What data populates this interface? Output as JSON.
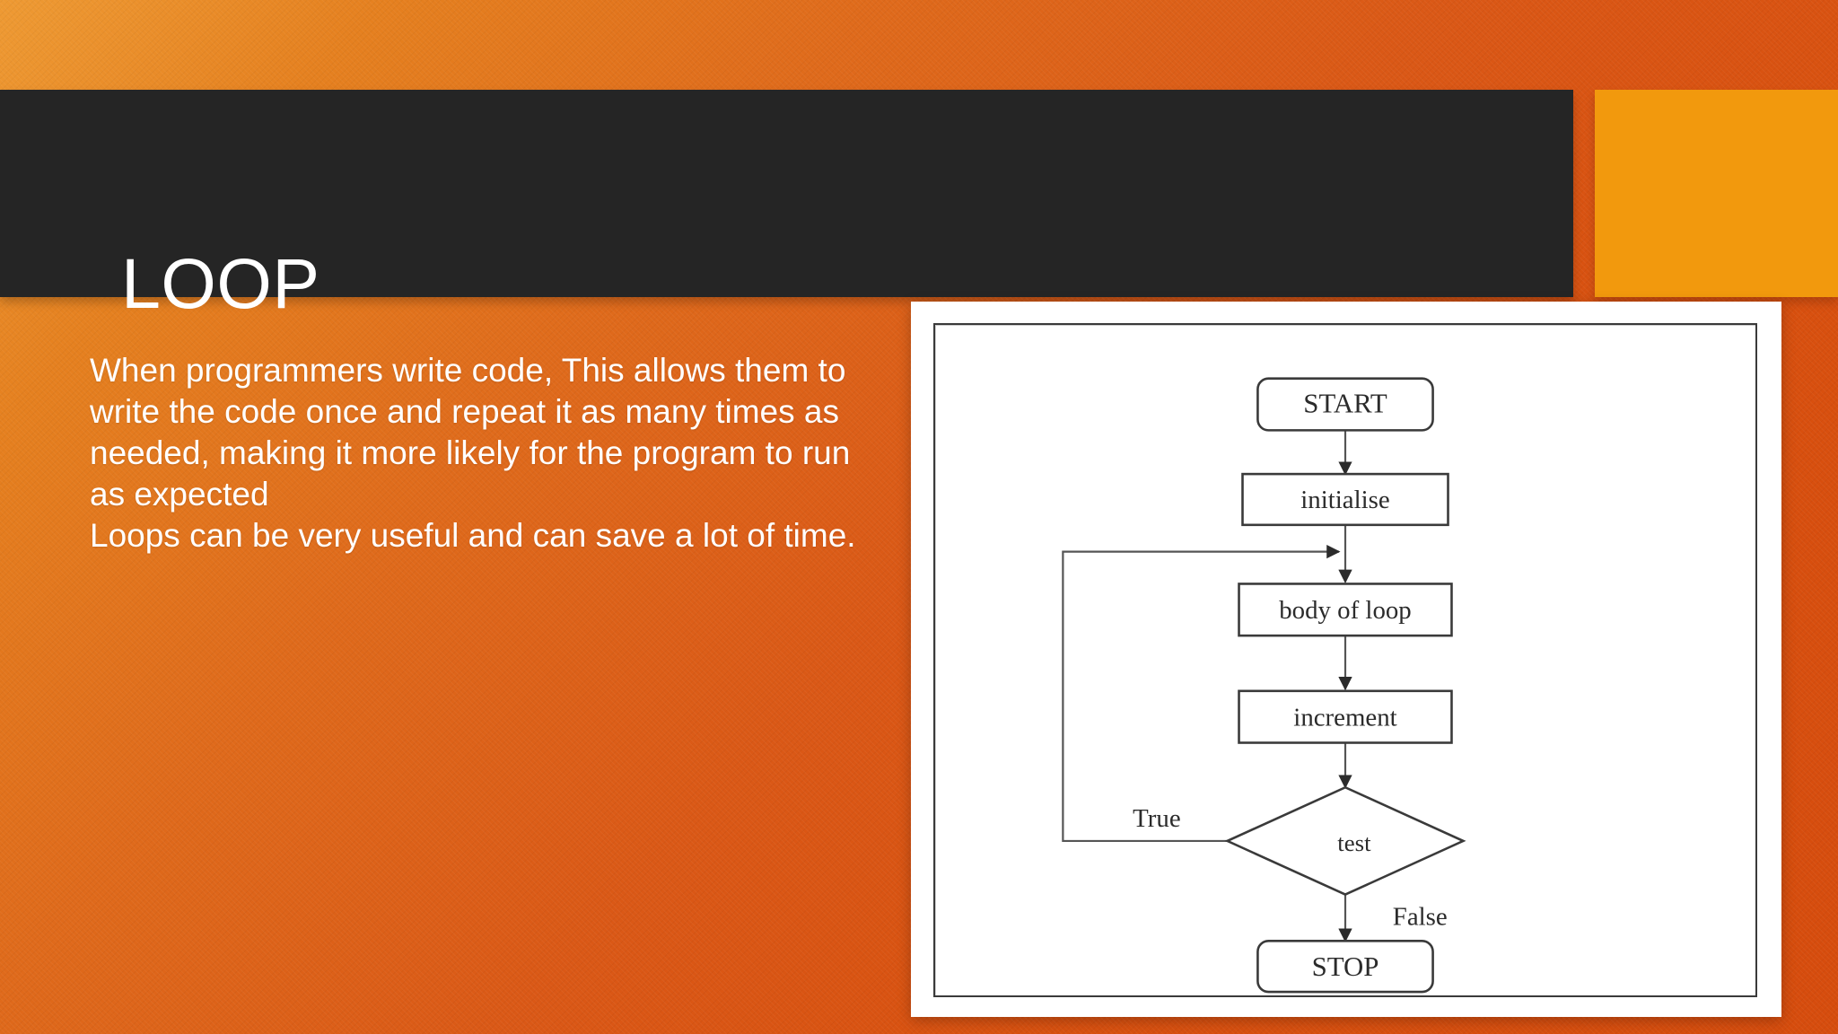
{
  "slide": {
    "title": "LOOP",
    "body_text": "When programmers write code, This allows them to write the code once and repeat it as many times as needed, making it more likely for the program to run as expected\nLoops can be very useful and can save a lot of time.",
    "colors": {
      "background_light": "#EE9A33",
      "background_dark": "#D64C0D",
      "title_band": "#252525",
      "accent_block": "#F2990D",
      "title_text": "#FFFFFF",
      "body_text": "#FFFFFF",
      "frame": "#FFFFFF",
      "diagram_stroke": "#3A3A3A"
    }
  },
  "diagram": {
    "title": "loop-flowchart",
    "nodes": [
      {
        "id": "start",
        "label": "START",
        "shape": "rounded-rect"
      },
      {
        "id": "init",
        "label": "initialise",
        "shape": "rect"
      },
      {
        "id": "body",
        "label": "body of loop",
        "shape": "rect"
      },
      {
        "id": "increment",
        "label": "increment",
        "shape": "rect"
      },
      {
        "id": "test",
        "label": "test",
        "shape": "diamond"
      },
      {
        "id": "stop",
        "label": "STOP",
        "shape": "rounded-rect"
      }
    ],
    "edges": [
      {
        "from": "start",
        "to": "init",
        "label": ""
      },
      {
        "from": "init",
        "to": "body",
        "label": ""
      },
      {
        "from": "body",
        "to": "increment",
        "label": ""
      },
      {
        "from": "increment",
        "to": "test",
        "label": ""
      },
      {
        "from": "test",
        "to": "body",
        "label": "True"
      },
      {
        "from": "test",
        "to": "stop",
        "label": "False"
      }
    ],
    "edge_labels": {
      "true": "True",
      "false": "False"
    }
  }
}
